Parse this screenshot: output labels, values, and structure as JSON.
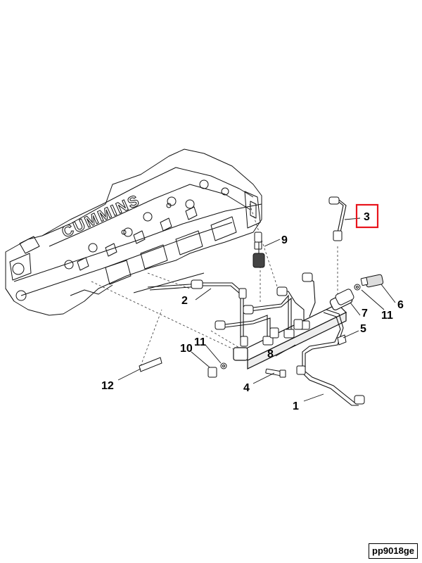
{
  "diagram": {
    "callouts": [
      {
        "id": "c1",
        "label": "1"
      },
      {
        "id": "c2",
        "label": "2"
      },
      {
        "id": "c3",
        "label": "3",
        "highlighted": true
      },
      {
        "id": "c4",
        "label": "4"
      },
      {
        "id": "c5",
        "label": "5"
      },
      {
        "id": "c6",
        "label": "6"
      },
      {
        "id": "c7",
        "label": "7"
      },
      {
        "id": "c8",
        "label": "8"
      },
      {
        "id": "c9",
        "label": "9"
      },
      {
        "id": "c10",
        "label": "10"
      },
      {
        "id": "c11a",
        "label": "11"
      },
      {
        "id": "c11b",
        "label": "11"
      },
      {
        "id": "c12",
        "label": "12"
      }
    ],
    "engine_brand": "CUMMINS",
    "reference_code": "pp9018ge",
    "highlight_color": "#e8141c"
  }
}
